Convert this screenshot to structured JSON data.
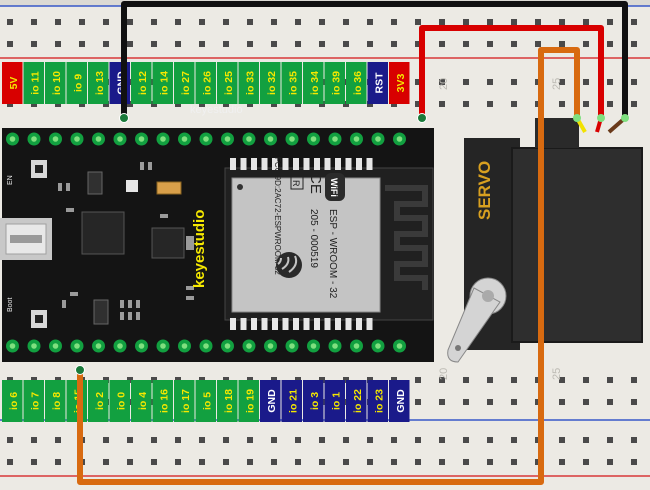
{
  "board": {
    "brand": "keyestudio",
    "silk_brand": "keyestudio",
    "labels": {
      "en": "EN",
      "boot": "Boot"
    },
    "top_pins": [
      "5V",
      "io 11",
      "io 10",
      "io 9",
      "io 13",
      "GND",
      "io 12",
      "io 14",
      "io 27",
      "io 26",
      "io 25",
      "io 33",
      "io 32",
      "io 35",
      "io 34",
      "io 39",
      "io 36",
      "RST",
      "3V3"
    ],
    "bottom_pins": [
      "io 6",
      "io 7",
      "io 8",
      "io 15",
      "io 2",
      "io 0",
      "io 4",
      "io 16",
      "io 17",
      "io 5",
      "io 18",
      "io 19",
      "GND",
      "io 21",
      "io 3",
      "io 1",
      "io 22",
      "io 23",
      "GND"
    ]
  },
  "module": {
    "wifi": "WiFi",
    "model": "ESP - WROOM - 32",
    "code": "205 - 000519",
    "fcc": "FCC  9D:2AC72-ESPWROOM 32",
    "ce": "CE",
    "r": "R"
  },
  "breadboard": {
    "row_labels_top": [
      "20",
      "25"
    ],
    "row_labels_bottom": [
      "20",
      "25"
    ]
  },
  "servo": {
    "label": "SERVO"
  },
  "colors": {
    "board": "#141414",
    "pin_green": "#12a040",
    "pin_yellow_label": "#f5e800",
    "wire_black": "#111111",
    "wire_red": "#d80000",
    "wire_orange": "#d86a10",
    "rail_blue": "#3658c8",
    "rail_red": "#d83838"
  }
}
